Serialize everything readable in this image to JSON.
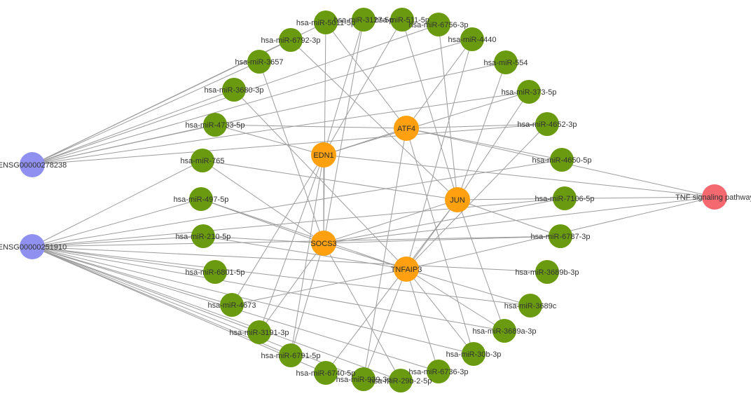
{
  "colors": {
    "mirna": "#6a9a10",
    "lncrna": "#9090f0",
    "gene": "#ffa010",
    "pathway": "#f46870",
    "edge": "#9c9c9c"
  },
  "lncrnas": [
    {
      "id": "L1",
      "label": "ENSG00000278238"
    },
    {
      "id": "L2",
      "label": "ENSG00000251910"
    }
  ],
  "genes": [
    {
      "id": "G_ATF4",
      "label": "ATF4"
    },
    {
      "id": "G_EDN1",
      "label": "EDN1"
    },
    {
      "id": "G_JUN",
      "label": "JUN"
    },
    {
      "id": "G_SOCS3",
      "label": "SOCS3"
    },
    {
      "id": "G_TNFAIP3",
      "label": "TNFAIP3"
    }
  ],
  "pathway": {
    "id": "P",
    "label": "TNF signaling pathway"
  },
  "mirnas": [
    {
      "id": "m01",
      "label": "hsa-miR-3127-5p"
    },
    {
      "id": "m02",
      "label": "hsa-miR-511-5p"
    },
    {
      "id": "m03",
      "label": "hsa-miR-6756-3p"
    },
    {
      "id": "m04",
      "label": "hsa-miR-4440"
    },
    {
      "id": "m05",
      "label": "hsa-miR-554"
    },
    {
      "id": "m06",
      "label": "hsa-miR-373-5p"
    },
    {
      "id": "m07",
      "label": "hsa-miR-4652-3p"
    },
    {
      "id": "m08",
      "label": "hsa-miR-4650-5p"
    },
    {
      "id": "m09",
      "label": "hsa-miR-7106-5p"
    },
    {
      "id": "m10",
      "label": "hsa-miR-6787-3p"
    },
    {
      "id": "m11",
      "label": "hsa-miR-3689b-3p"
    },
    {
      "id": "m12",
      "label": "hsa-miR-3689c"
    },
    {
      "id": "m13",
      "label": "hsa-miR-3689a-3p"
    },
    {
      "id": "m14",
      "label": "hsa-miR-30b-3p"
    },
    {
      "id": "m15",
      "label": "hsa-miR-6736-3p"
    },
    {
      "id": "m16",
      "label": "hsa-miR-29b-2-5p"
    },
    {
      "id": "m17",
      "label": "hsa-miR-939-3p"
    },
    {
      "id": "m18",
      "label": "hsa-miR-6740-5p"
    },
    {
      "id": "m19",
      "label": "hsa-miR-6791-5p"
    },
    {
      "id": "m20",
      "label": "hsa-miR-3191-3p"
    },
    {
      "id": "m21",
      "label": "hsa-miR-4673"
    },
    {
      "id": "m22",
      "label": "hsa-miR-6801-5p"
    },
    {
      "id": "m23",
      "label": "hsa-miR-210-5p"
    },
    {
      "id": "m24",
      "label": "hsa-miR-497-5p"
    },
    {
      "id": "m25",
      "label": "hsa-miR-765"
    },
    {
      "id": "m26",
      "label": "hsa-miR-4733-5p"
    },
    {
      "id": "m27",
      "label": "hsa-miR-3680-3p"
    },
    {
      "id": "m28",
      "label": "hsa-miR-3657"
    },
    {
      "id": "m29",
      "label": "hsa-miR-6792-3p"
    },
    {
      "id": "m30",
      "label": "hsa-miR-5011-5p"
    }
  ],
  "edges": [
    [
      "L1",
      "m26"
    ],
    [
      "L1",
      "m27"
    ],
    [
      "L1",
      "m28"
    ],
    [
      "L1",
      "m29"
    ],
    [
      "L1",
      "m30"
    ],
    [
      "L1",
      "m05"
    ],
    [
      "L1",
      "m06"
    ],
    [
      "L1",
      "m07"
    ],
    [
      "L1",
      "m04"
    ],
    [
      "L1",
      "m03"
    ],
    [
      "L2",
      "m25"
    ],
    [
      "L2",
      "m24"
    ],
    [
      "L2",
      "m23"
    ],
    [
      "L2",
      "m22"
    ],
    [
      "L2",
      "m21"
    ],
    [
      "L2",
      "m20"
    ],
    [
      "L2",
      "m19"
    ],
    [
      "L2",
      "m18"
    ],
    [
      "L2",
      "m17"
    ],
    [
      "L2",
      "m16"
    ],
    [
      "L2",
      "m15"
    ],
    [
      "L2",
      "m14"
    ],
    [
      "L2",
      "m13"
    ],
    [
      "L2",
      "m12"
    ],
    [
      "L2",
      "m11"
    ],
    [
      "L2",
      "m10"
    ],
    [
      "L2",
      "m09"
    ],
    [
      "L2",
      "m08"
    ],
    [
      "G_EDN1",
      "m26"
    ],
    [
      "G_EDN1",
      "m01"
    ],
    [
      "G_EDN1",
      "m21"
    ],
    [
      "G_EDN1",
      "m20"
    ],
    [
      "G_EDN1",
      "m19"
    ],
    [
      "G_EDN1",
      "m06"
    ],
    [
      "G_EDN1",
      "m02"
    ],
    [
      "G_ATF4",
      "m26"
    ],
    [
      "G_ATF4",
      "m04"
    ],
    [
      "G_ATF4",
      "m07"
    ],
    [
      "G_ATF4",
      "m30"
    ],
    [
      "G_ATF4",
      "m14"
    ],
    [
      "G_ATF4",
      "m17"
    ],
    [
      "G_ATF4",
      "m08"
    ],
    [
      "G_JUN",
      "m02"
    ],
    [
      "G_JUN",
      "m03"
    ],
    [
      "G_JUN",
      "m05"
    ],
    [
      "G_JUN",
      "m06"
    ],
    [
      "G_JUN",
      "m10"
    ],
    [
      "G_JUN",
      "m25"
    ],
    [
      "G_JUN",
      "m18"
    ],
    [
      "G_JUN",
      "m29"
    ],
    [
      "G_JUN",
      "m13"
    ],
    [
      "G_SOCS3",
      "m25"
    ],
    [
      "G_SOCS3",
      "m24"
    ],
    [
      "G_SOCS3",
      "m23"
    ],
    [
      "G_SOCS3",
      "m09"
    ],
    [
      "G_SOCS3",
      "m10"
    ],
    [
      "G_SOCS3",
      "m16"
    ],
    [
      "G_SOCS3",
      "m20"
    ],
    [
      "G_SOCS3",
      "m19"
    ],
    [
      "G_SOCS3",
      "m28"
    ],
    [
      "G_SOCS3",
      "m01"
    ],
    [
      "G_SOCS3",
      "m30"
    ],
    [
      "G_TNFAIP3",
      "m27"
    ],
    [
      "G_TNFAIP3",
      "m24"
    ],
    [
      "G_TNFAIP3",
      "m04"
    ],
    [
      "G_TNFAIP3",
      "m07"
    ],
    [
      "G_TNFAIP3",
      "m12"
    ],
    [
      "G_TNFAIP3",
      "m13"
    ],
    [
      "G_TNFAIP3",
      "m14"
    ],
    [
      "G_TNFAIP3",
      "m15"
    ],
    [
      "G_TNFAIP3",
      "m17"
    ],
    [
      "G_TNFAIP3",
      "m21"
    ],
    [
      "G_TNFAIP3",
      "m23"
    ],
    [
      "G_ATF4",
      "P"
    ],
    [
      "G_EDN1",
      "P"
    ],
    [
      "G_JUN",
      "P"
    ],
    [
      "G_SOCS3",
      "P"
    ],
    [
      "G_TNFAIP3",
      "P"
    ],
    [
      "G_EDN1",
      "G_ATF4"
    ],
    [
      "G_EDN1",
      "G_SOCS3"
    ],
    [
      "G_JUN",
      "G_SOCS3"
    ],
    [
      "G_JUN",
      "G_TNFAIP3"
    ],
    [
      "G_TNFAIP3",
      "G_SOCS3"
    ]
  ]
}
